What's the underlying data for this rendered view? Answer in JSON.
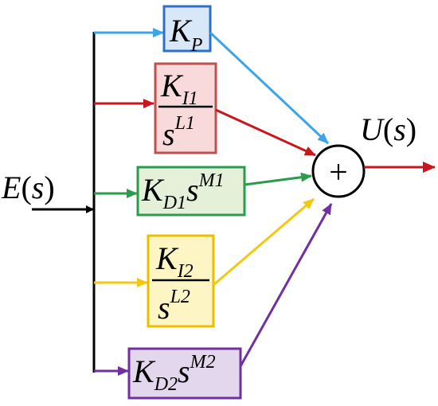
{
  "input": {
    "fn": "E",
    "open": "(",
    "var": "s",
    "close": ")"
  },
  "output": {
    "fn": "U",
    "open": "(",
    "var": "s",
    "close": ")"
  },
  "summer": {
    "symbol": "+"
  },
  "blocks": {
    "kp": {
      "k": "K",
      "sub": "P",
      "color": "#3aa5e8",
      "fill": "#d9e8f9",
      "stroke": "#2f6fc4"
    },
    "ki1": {
      "k": "K",
      "sub": "I1",
      "den": "s",
      "exp": "L1",
      "color": "#c8161d",
      "fill": "#f9dada",
      "stroke": "#c0504d"
    },
    "kd1": {
      "k": "K",
      "sub": "D1",
      "s": "s",
      "exp": "M1",
      "color": "#2a9c4c",
      "fill": "#e4f0d8",
      "stroke": "#2a9c4c"
    },
    "ki2": {
      "k": "K",
      "sub": "I2",
      "den": "s",
      "exp": "L2",
      "color": "#f2c811",
      "fill": "#fdf5c4",
      "stroke": "#e8c000"
    },
    "kd2": {
      "k": "K",
      "sub": "D2",
      "s": "s",
      "exp": "M2",
      "color": "#7030a0",
      "fill": "#e2d7ec",
      "stroke": "#7030a0"
    }
  }
}
